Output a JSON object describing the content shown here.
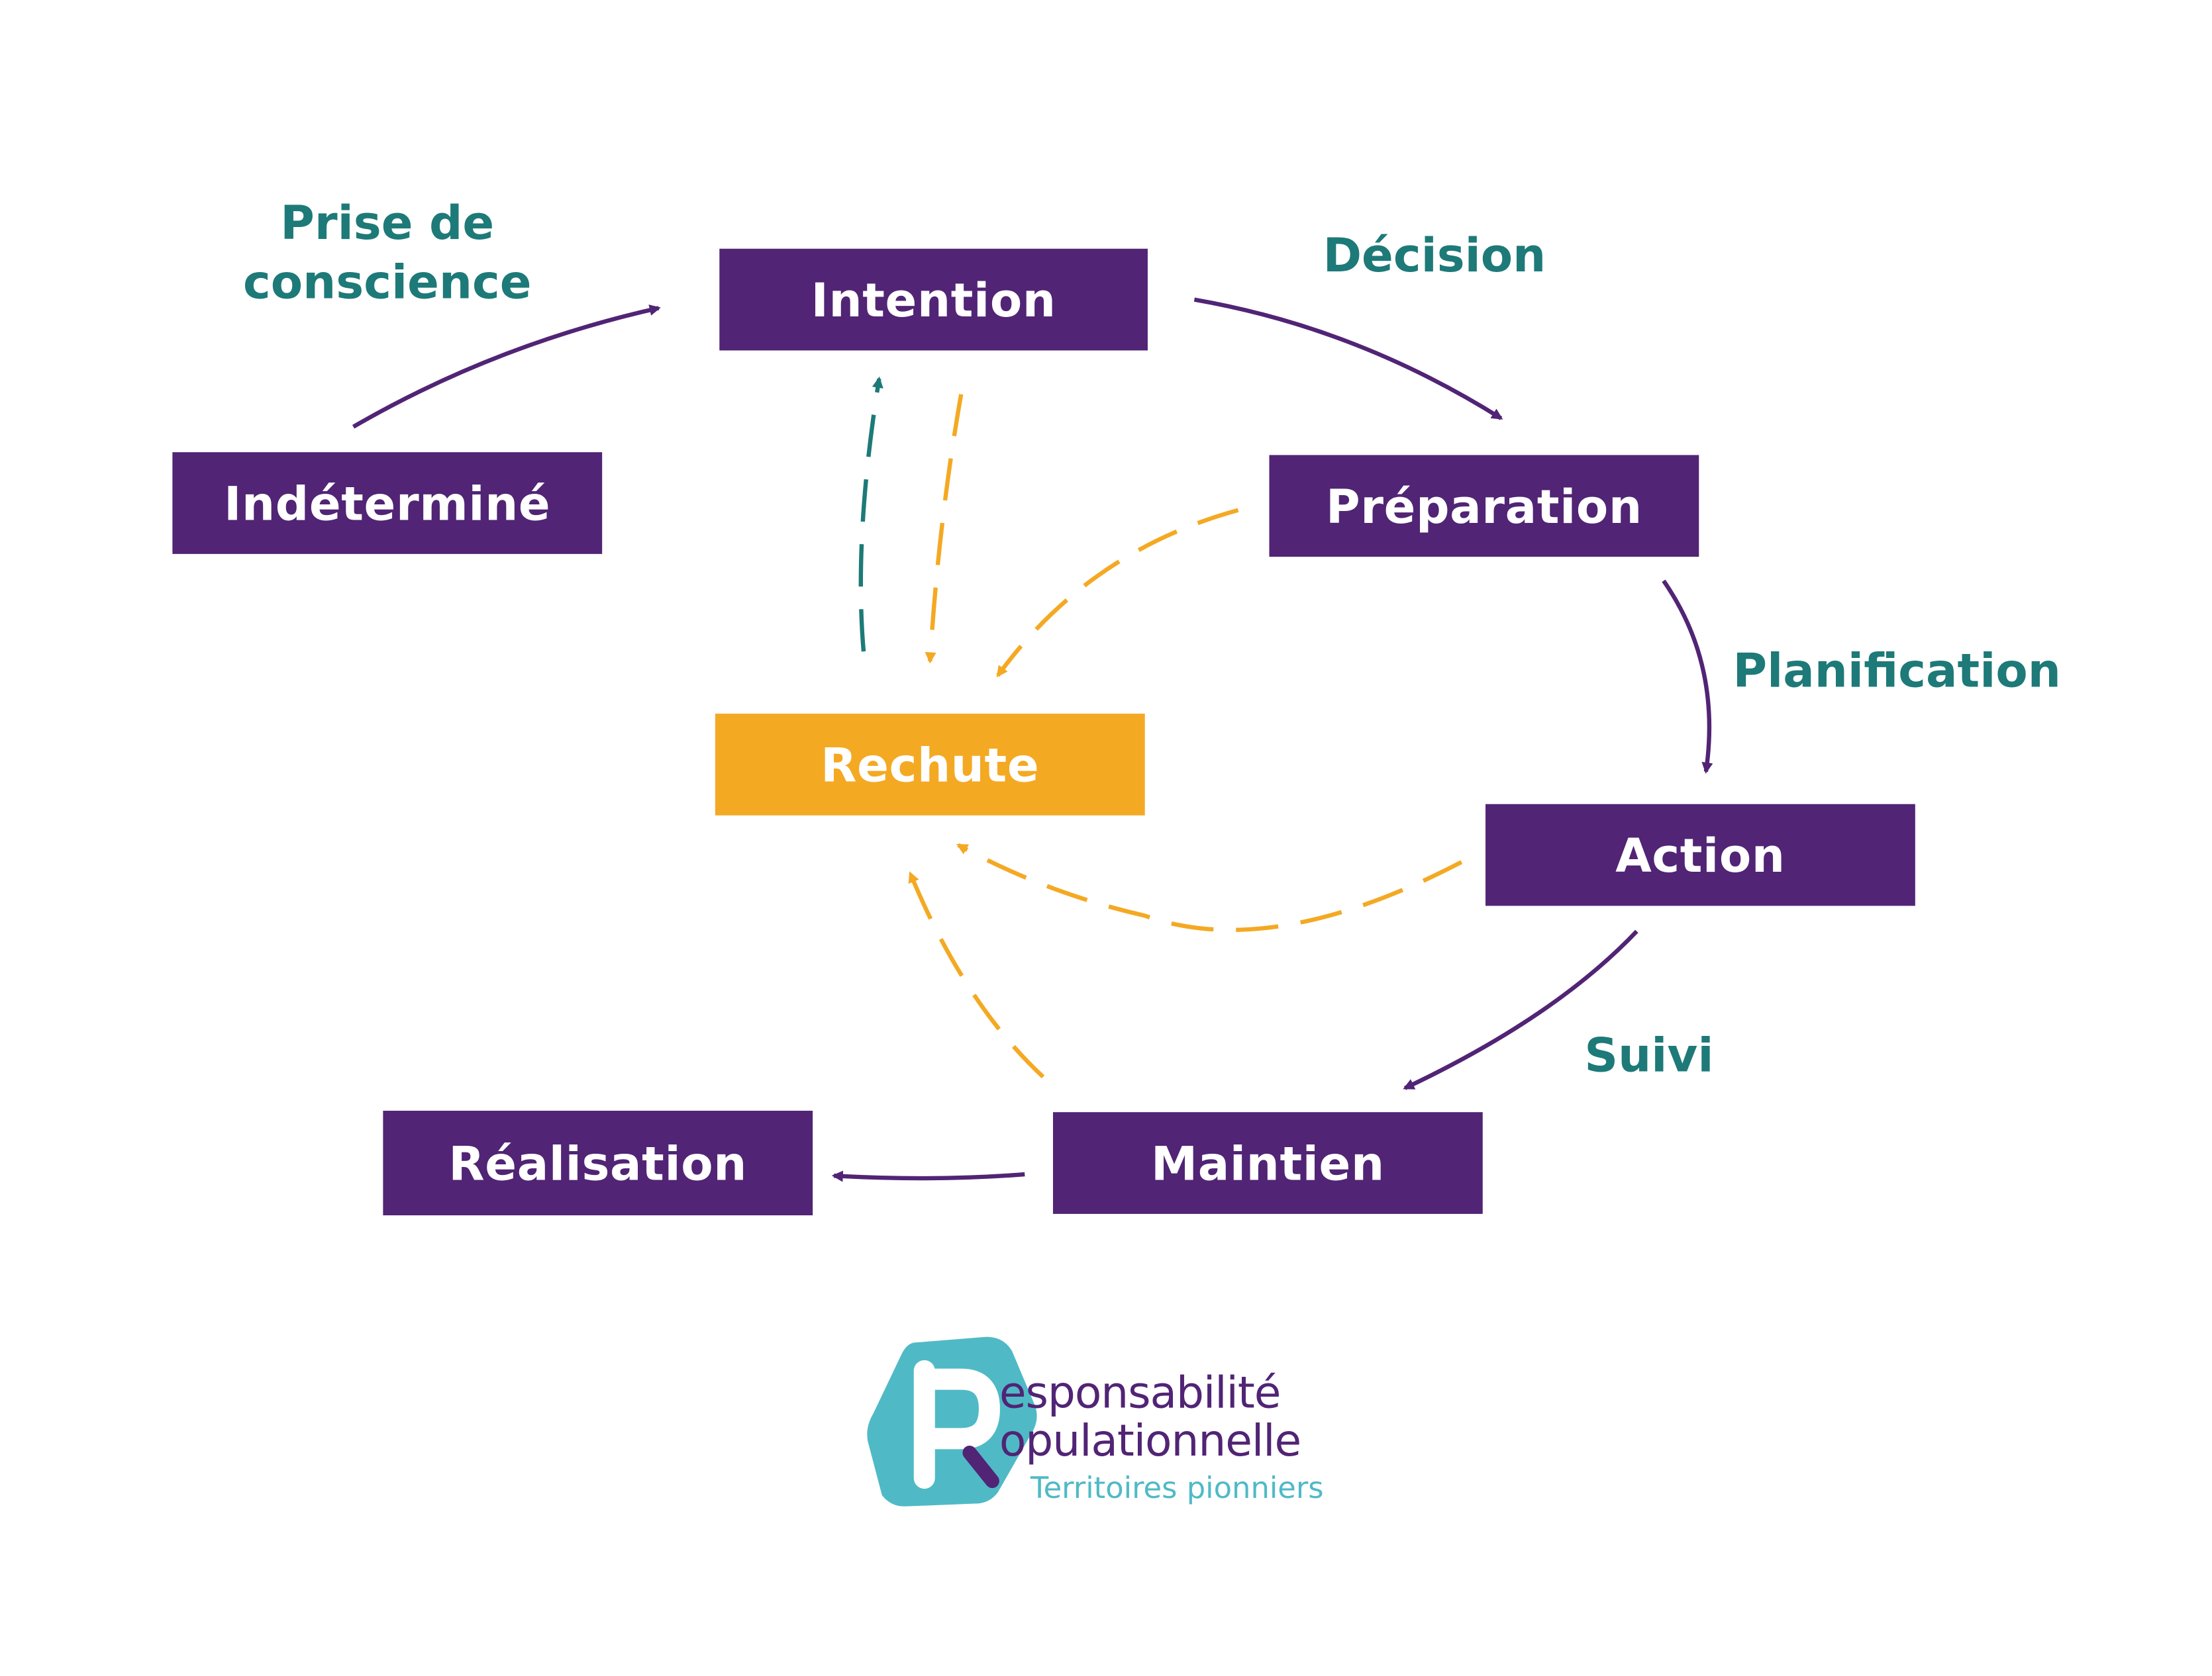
{
  "colors": {
    "stage": "#512475",
    "relapse": "#f4a923",
    "transition_text": "#1d7a78",
    "teal_arrow": "#1d7a78",
    "logo_teal": "#4fbac6"
  },
  "nodes": {
    "indetermine": "Indéterminé",
    "intention": "Intention",
    "preparation": "Préparation",
    "action": "Action",
    "maintien": "Maintien",
    "realisation": "Réalisation",
    "rechute": "Rechute"
  },
  "transitions": {
    "prise_line1": "Prise de",
    "prise_line2": "conscience",
    "decision": "Décision",
    "planification": "Planification",
    "suivi": "Suivi"
  },
  "logo": {
    "initial": "P",
    "line1": "esponsabilité",
    "line2": "opulationnelle",
    "line3": "Territoires pionniers"
  }
}
